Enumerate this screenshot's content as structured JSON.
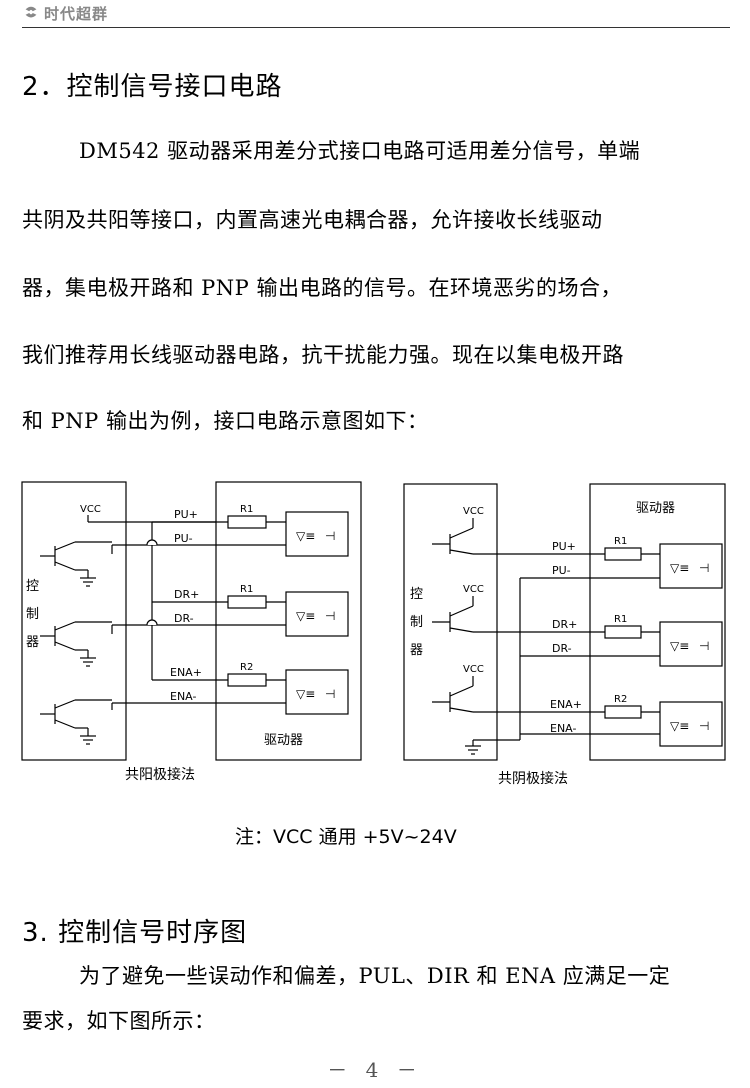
{
  "header": {
    "logo_text": "时代超群"
  },
  "section2": {
    "title": "2．控制信号接口电路",
    "lines": [
      "DM542 驱动器采用差分式接口电路可适用差分信号，单端",
      "共阴及共阳等接口，内置高速光电耦合器，允许接收长线驱动",
      "器，集电极开路和 PNP 输出电路的信号。在环境恶劣的场合，",
      "我们推荐用长线驱动器电路，抗干扰能力强。现在以集电极开路",
      "和 PNP 输出为例，接口电路示意图如下："
    ]
  },
  "diagram_left": {
    "caption": "共阳极接法",
    "controller_label": [
      "控",
      "制",
      "器"
    ],
    "driver_label": "驱动器",
    "vcc_label": "VCC",
    "signals": [
      "PU+",
      "PU-",
      "DR+",
      "DR-",
      "ENA+",
      "ENA-"
    ],
    "resistors": [
      "R1",
      "R1",
      "R2"
    ]
  },
  "diagram_right": {
    "caption": "共阴极接法",
    "controller_label": [
      "控",
      "制",
      "器"
    ],
    "driver_label": "驱动器",
    "vcc_labels": [
      "VCC",
      "VCC",
      "VCC"
    ],
    "signals": [
      "PU+",
      "PU-",
      "DR+",
      "DR-",
      "ENA+",
      "ENA-"
    ],
    "resistors": [
      "R1",
      "R1",
      "R2"
    ]
  },
  "note": "注：VCC 通用 +5V~24V",
  "section3": {
    "title": "3. 控制信号时序图",
    "lines": [
      "为了避免一些误动作和偏差，PUL、DIR 和 ENA 应满足一定",
      "要求，如下图所示："
    ]
  },
  "footer": {
    "page_number": "－ 4 －"
  }
}
